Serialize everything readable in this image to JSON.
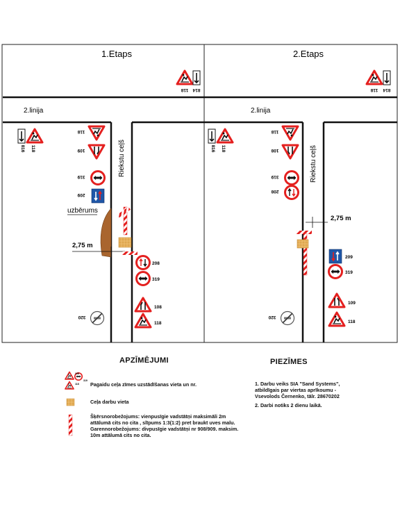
{
  "stages": [
    {
      "title": "1.Etaps",
      "line_label": "2.linija",
      "street_label": "Riekstu ceļš",
      "width_label": "2,75 m",
      "embankment_label": "uzbērums",
      "sign_codes": {
        "top_right_a": "118",
        "top_right_b": "814",
        "top_left_a": "816",
        "top_left_b": "118",
        "left_col_1": "118",
        "left_col_2": "109",
        "left_col_3": "319",
        "left_col_4": "209",
        "right_col_1": "208",
        "right_col_2": "319",
        "right_col_3": "108",
        "right_col_4": "118",
        "bottom_left": "320"
      }
    },
    {
      "title": "2.Etaps",
      "line_label": "2.linija",
      "street_label": "Riekstu ceļš",
      "width_label": "2,75 m",
      "sign_codes": {
        "top_right_a": "118",
        "top_right_b": "814",
        "top_left_a": "816",
        "top_left_b": "118",
        "left_col_1": "118",
        "left_col_2": "108",
        "left_col_3": "319",
        "left_col_4": "208",
        "right_col_1": "209",
        "right_col_2": "319",
        "right_col_3": "109",
        "right_col_4": "118",
        "bottom_left": "320"
      }
    }
  ],
  "legend": {
    "title": "APZĪMĒJUMI",
    "item_1_text": "Pagaidu ceļa zīmes uzstādīšanas vieta un nr.",
    "item_1_code_a": "108",
    "item_1_code_b": "118",
    "item_1_code_c": "319",
    "item_2_text": "Ceļa darbu vieta",
    "item_3_line1": "Šķērsnorobežojums: vienpusīgie vadstātņi maksimāli 2m",
    "item_3_line2": "attālumā cits no cita , slīpums 1:3(1:2) pret braukt uves malu.",
    "item_3_line3": "Garennorobežojums: divpusīgie vadstātņi nr 908/909. maksim.",
    "item_3_line4": "10m attālumā cits no cita."
  },
  "notes": {
    "title": "PIEZĪMES",
    "line1": "1. Darbu veiks SIA \"Sand Systems\",",
    "line2": "atbildīgais par viertas aprīkoumu -",
    "line3": "Vsevolods Černenko, tālr. 28670202",
    "line4": "2. Darbi notiks  2 dienu laikā."
  },
  "colors": {
    "sign_red": "#e4201f",
    "sign_blue": "#1f57a8",
    "work_zone": "#e6b15c",
    "embankment": "#a9652e"
  }
}
